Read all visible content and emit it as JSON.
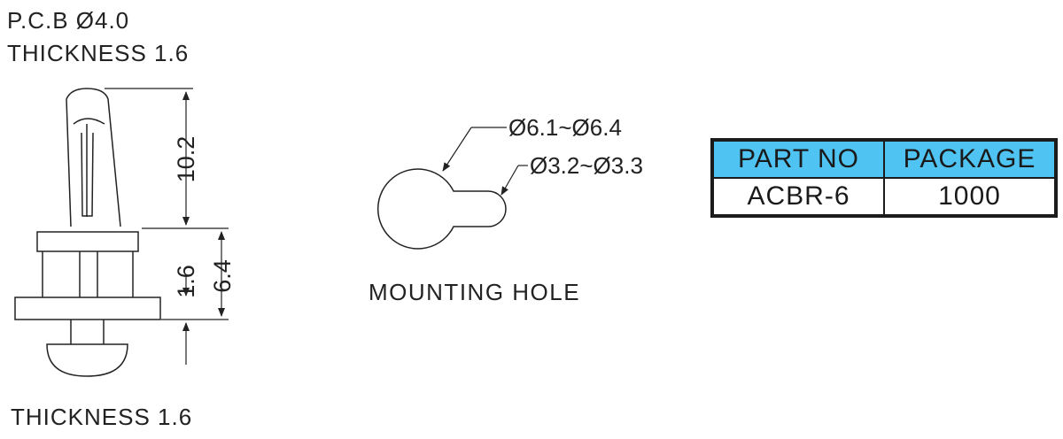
{
  "top_note": {
    "line1": "P.C.B  Ø4.0",
    "line2": "THICKNESS 1.6"
  },
  "bottom_note": "THICKNESS 1.6",
  "dimensions": {
    "height_top": "10.2",
    "thickness_mid": "1.6",
    "height_base": "6.4"
  },
  "mounting_hole": {
    "title": "MOUNTING HOLE",
    "large_diameter": "Ø6.1~Ø6.4",
    "small_diameter": "Ø3.2~Ø3.3"
  },
  "parts_table": {
    "header_color": "#4fc3f2",
    "columns": [
      "PART NO",
      "PACKAGE"
    ],
    "rows": [
      [
        "ACBR-6",
        "1000"
      ]
    ]
  }
}
